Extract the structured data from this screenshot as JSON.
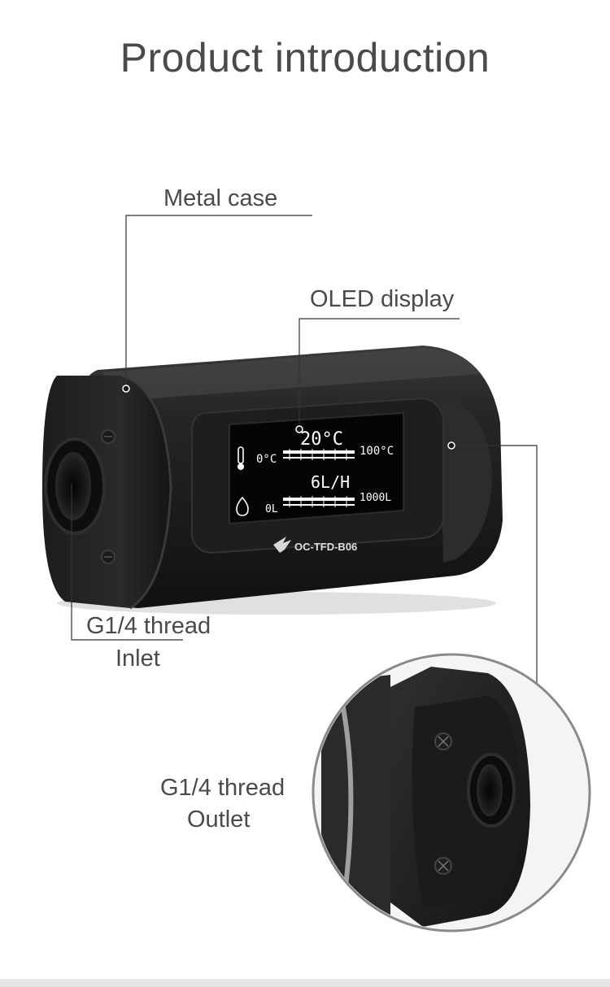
{
  "page": {
    "title": "Product introduction"
  },
  "callouts": {
    "metal_case": "Metal case",
    "oled_display": "OLED display",
    "inlet_thread": "G1/4 thread",
    "inlet": "Inlet",
    "outlet_thread": "G1/4 thread",
    "outlet": "Outlet"
  },
  "display": {
    "temperature": "20°C",
    "temp_min": "0°C",
    "temp_max": "100°C",
    "flow": "6L/H",
    "flow_min": "0L",
    "flow_max": "1000L"
  },
  "product": {
    "model": "OC-TFD-B06"
  },
  "icons": {
    "thermometer": "thermometer-icon",
    "flow": "water-drop-icon",
    "brand": "eagle-logo-icon"
  }
}
